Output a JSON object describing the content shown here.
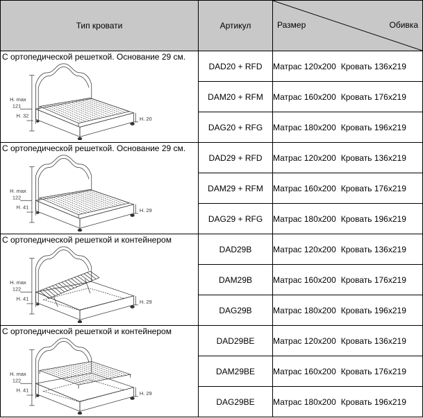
{
  "header": {
    "bed_type": "Тип кровати",
    "article": "Артикул",
    "size": "Размер",
    "cover": "Обивка"
  },
  "groups": [
    {
      "caption": "С ортопедической решеткой. Основание 29 см.",
      "variant": "slatted",
      "labels": {
        "height_max_title": "H. max",
        "height_max": "121",
        "height_side": "H. 32",
        "height_base": "H. 20"
      },
      "rows": [
        {
          "article": "DAD20 + RFD",
          "mattress": "Матрас 120x200",
          "bed": "Кровать 136x219"
        },
        {
          "article": "DAM20 + RFM",
          "mattress": "Матрас 160x200",
          "bed": "Кровать 176x219"
        },
        {
          "article": "DAG20 + RFG",
          "mattress": "Матрас 180x200",
          "bed": "Кровать 196x219"
        }
      ]
    },
    {
      "caption": "С ортопедической решеткой. Основание 29 см.",
      "variant": "slatted",
      "labels": {
        "height_max_title": "H. max",
        "height_max": "122",
        "height_side": "H. 41",
        "height_base": "H. 29"
      },
      "rows": [
        {
          "article": "DAD29 + RFD",
          "mattress": "Матрас 120x200",
          "bed": "Кровать 136x219"
        },
        {
          "article": "DAM29 + RFM",
          "mattress": "Матрас 160x200",
          "bed": "Кровать 176x219"
        },
        {
          "article": "DAG29 + RFG",
          "mattress": "Матрас 180x200",
          "bed": "Кровать 196x219"
        }
      ]
    },
    {
      "caption": "С ортопедической решеткой и контейнером",
      "variant": "container-open",
      "labels": {
        "height_max_title": "H. max",
        "height_max": "122",
        "height_side": "H. 41",
        "height_base": "H. 29"
      },
      "rows": [
        {
          "article": "DAD29B",
          "mattress": "Матрас 120x200",
          "bed": "Кровать 136x219"
        },
        {
          "article": "DAM29B",
          "mattress": "Матрас 160x200",
          "bed": "Кровать 176x219"
        },
        {
          "article": "DAG29B",
          "mattress": "Матрас 180x200",
          "bed": "Кровать 196x219"
        }
      ]
    },
    {
      "caption": "С ортопедической решеткой и контейнером",
      "variant": "container-lifted",
      "labels": {
        "height_max_title": "H. max",
        "height_max": "122",
        "height_side": "H. 41",
        "height_base": "H. 29"
      },
      "rows": [
        {
          "article": "DAD29BE",
          "mattress": "Матрас 120x200",
          "bed": "Кровать 136x219"
        },
        {
          "article": "DAM29BE",
          "mattress": "Матрас 160x200",
          "bed": "Кровать 176x219"
        },
        {
          "article": "DAG29BE",
          "mattress": "Матрас 180x200",
          "bed": "Кровать 196x219"
        }
      ]
    }
  ],
  "colors": {
    "header_bg": "#c8c8c8",
    "border": "#000000",
    "drawing": "#333333"
  }
}
